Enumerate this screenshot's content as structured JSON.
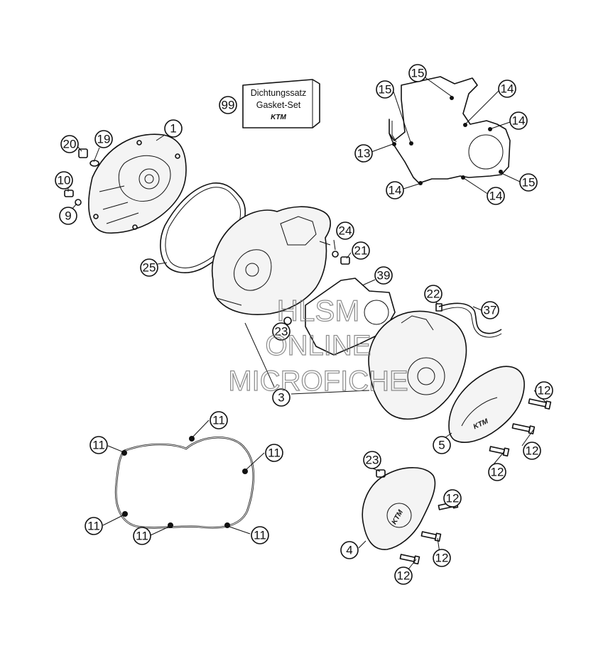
{
  "gasket_set_box": {
    "line1": "Dichtungssatz",
    "line2": "Gasket-Set",
    "logo": "KTM",
    "part_number": "99"
  },
  "callouts": {
    "c1": "1",
    "c19": "19",
    "c20": "20",
    "c10": "10",
    "c9": "9",
    "c25": "25",
    "c15a": "15",
    "c15b": "15",
    "c15c": "15",
    "c14a": "14",
    "c14b": "14",
    "c14c": "14",
    "c14d": "14",
    "c13": "13",
    "c24": "24",
    "c21": "21",
    "c39": "39",
    "c22": "22",
    "c37": "37",
    "c23a": "23",
    "c3": "3",
    "c11a": "11",
    "c11b": "11",
    "c11c": "11",
    "c11d": "11",
    "c11e": "11",
    "c11f": "11",
    "c12a": "12",
    "c12b": "12",
    "c12c": "12",
    "c12d": "12",
    "c12e": "12",
    "c12f": "12",
    "c5": "5",
    "c23b": "23",
    "c4": "4"
  },
  "watermark": {
    "line1": "HLSM",
    "line2": "ONLINE",
    "line3": "MICROFICHE"
  }
}
